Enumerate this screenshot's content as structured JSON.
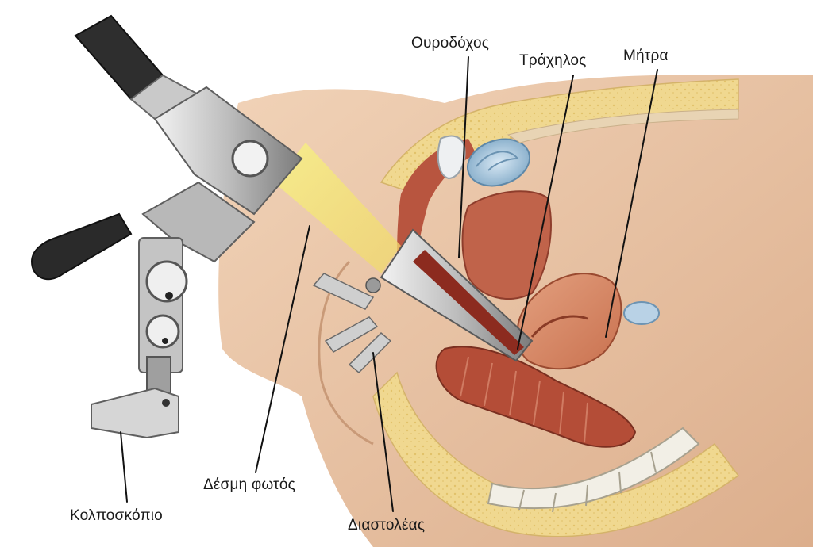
{
  "labels": {
    "urethra": "Ουροδόχος",
    "cervix": "Τράχηλος",
    "uterus": "Μήτρα",
    "light_beam": "Δέσμη φωτός",
    "colposcope": "Κολποσκόπιο",
    "speculum": "Διαστολέας"
  },
  "colors": {
    "skin": "#e9c2a2",
    "skin_shadow": "#d9a784",
    "fat_yellow": "#f0d890",
    "fat_dots": "#e2c26a",
    "muscle_red": "#b8553f",
    "muscle_light": "#d98a6e",
    "bladder_blue": "#9cc0d8",
    "beam_yellow": "#f3e47a",
    "metal_light": "#d9d9d9",
    "metal_dark": "#6f6f6f",
    "instrument_black": "#2b2b2b"
  }
}
